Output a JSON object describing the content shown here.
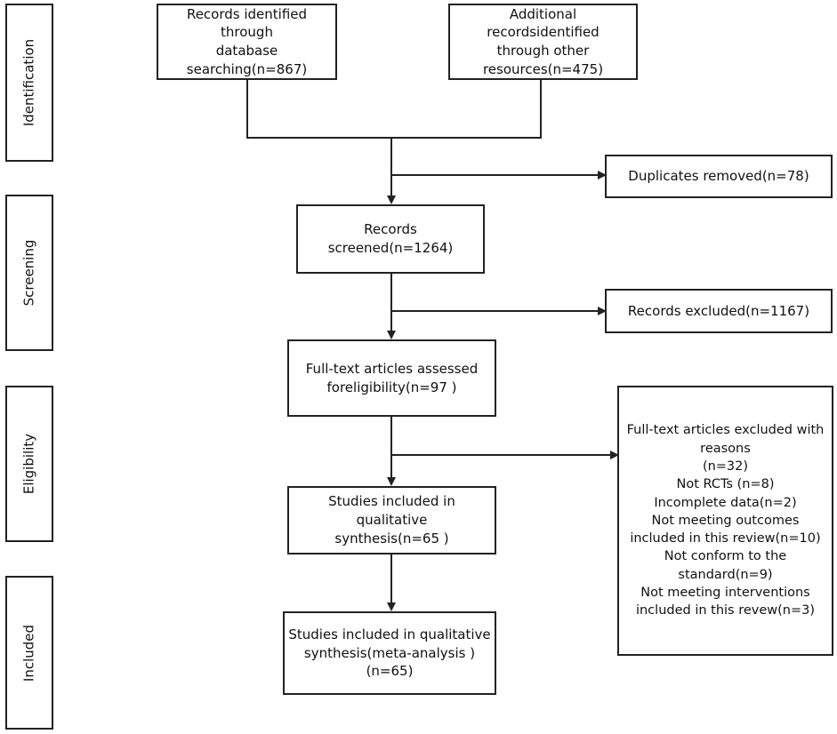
{
  "stages": {
    "identification": "Identification",
    "screening": "Screening",
    "eligibility": "Eligibility",
    "included": "Included"
  },
  "boxes": {
    "database_records": [
      "Records identified through",
      "database",
      "searching(n=867)"
    ],
    "other_records": [
      "Additional recordsidentified",
      "through other",
      "resources(n=475)"
    ],
    "duplicates_removed": [
      "Duplicates removed(n=78)"
    ],
    "records_screened": [
      "Records screened(n=1264)"
    ],
    "records_excluded": [
      "Records excluded(n=1167)"
    ],
    "fulltext_assessed": [
      "Full-text articles assessed",
      "foreligibility(n=97 )"
    ],
    "fulltext_excluded": [
      "Full-text articles excluded with",
      "reasons",
      "(n=32)",
      "Not RCTs (n=8)",
      "Incomplete data(n=2)",
      "Not meeting outcomes",
      "included in this review(n=10)",
      "Not conform to the",
      "standard(n=9)",
      "Not meeting interventions",
      "included in this revew(n=3)"
    ],
    "qualitative_synthesis": [
      "Studies included in qualitative",
      "synthesis(n=65 )"
    ],
    "meta_analysis": [
      "Studies included in qualitative",
      "synthesis(meta-analysis )(n=65)"
    ]
  }
}
